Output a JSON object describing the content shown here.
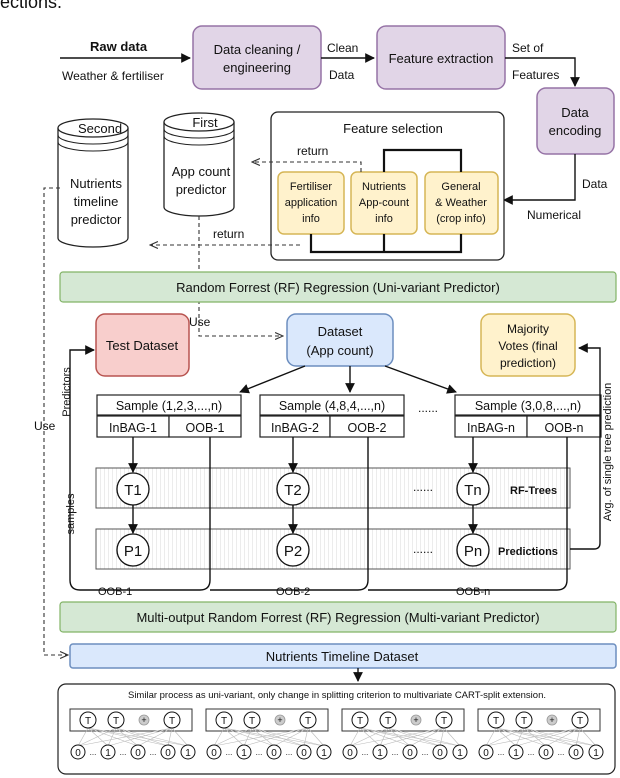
{
  "caption_fragment": "ections.",
  "inputs": {
    "raw_data": "Raw data",
    "weather_fertiliser": "Weather & fertiliser"
  },
  "edges": {
    "clean": "Clean",
    "data": "Data",
    "set_of": "Set of",
    "features": "Features",
    "data2": "Data",
    "numerical": "Numerical",
    "return1": "return",
    "return2": "return",
    "use1": "Use",
    "use2": "Use",
    "predictors": "Predictors",
    "samples": "samples",
    "avg": "Avg. of single tree prediction"
  },
  "process": {
    "cleaning_l1": "Data cleaning /",
    "cleaning_l2": "engineering",
    "extraction": "Feature extraction",
    "encoding_l1": "Data",
    "encoding_l2": "encoding"
  },
  "feature_selection": {
    "title": "Feature selection",
    "items": [
      {
        "l1": "Fertiliser",
        "l2": "application",
        "l3": "info"
      },
      {
        "l1": "Nutrients",
        "l2": "App-count",
        "l3": "info"
      },
      {
        "l1": "General",
        "l2": "& Weather",
        "l3": "(crop info)"
      }
    ]
  },
  "cylinders": {
    "second_label": "Second",
    "second_l1": "Nutrients",
    "second_l2": "timeline",
    "second_l3": "predictor",
    "first_label": "First",
    "first_l1": "App count",
    "first_l2": "predictor"
  },
  "rf_uni": "Random Forrest (RF) Regression (Uni-variant Predictor)",
  "rf_multi": "Multi-output Random Forrest (RF) Regression (Multi-variant Predictor)",
  "test_dataset": "Test Dataset",
  "dataset_l1": "Dataset",
  "dataset_l2": "(App count)",
  "majority_l1": "Majority",
  "majority_l2": "Votes (final",
  "majority_l3": "prediction)",
  "samples": [
    {
      "label": "Sample (1,2,3,...,n)",
      "inbag": "InBAG-1",
      "oob": "OOB-1",
      "tree": "T1",
      "pred": "P1",
      "oob_line": "OOB-1"
    },
    {
      "label": "Sample (4,8,4,...,n)",
      "inbag": "InBAG-2",
      "oob": "OOB-2",
      "tree": "T2",
      "pred": "P2",
      "oob_line": "OOB-2"
    },
    {
      "label": "Sample (3,0,8,...,n)",
      "inbag": "InBAG-n",
      "oob": "OOB-n",
      "tree": "Tn",
      "pred": "Pn",
      "oob_line": "OOB-n"
    }
  ],
  "dots": "......",
  "rf_trees_label": "RF-Trees",
  "predictions_label": "Predictions",
  "nutrients_timeline_dataset": "Nutrients Timeline Dataset",
  "bottom_text": "Similar process as uni-variant, only change in splitting criterion to multivariate CART-split extension.",
  "mini": {
    "t": "T",
    "zero": "0",
    "one": "1",
    "plus": "+",
    "ellipsis": "..."
  }
}
